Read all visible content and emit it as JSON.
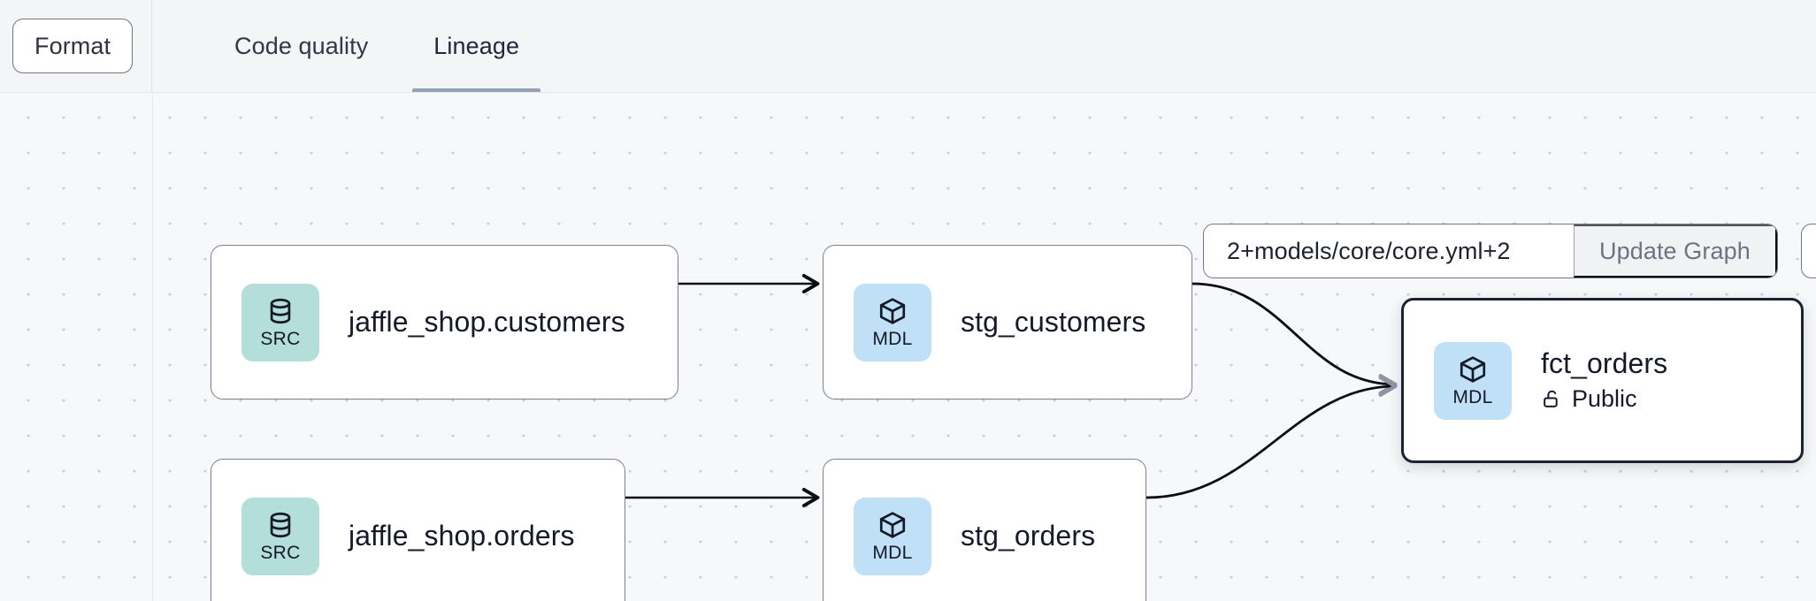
{
  "toolbar": {
    "format_label": "Format",
    "tabs": [
      {
        "label": "Code quality",
        "active": false
      },
      {
        "label": "Lineage",
        "active": true
      }
    ]
  },
  "graph_controls": {
    "selector_value": "2+models/core/core.yml+2",
    "selector_placeholder": "2+models/core/core.yml+2",
    "update_button_label": "Update Graph"
  },
  "lineage": {
    "nodes": [
      {
        "id": "jaffle_shop_customers",
        "title": "jaffle_shop.customers",
        "badge_label": "SRC",
        "badge_icon": "database-icon",
        "badge_type": "src",
        "selected": false,
        "subtitle": null,
        "sub_icon": null
      },
      {
        "id": "stg_customers",
        "title": "stg_customers",
        "badge_label": "MDL",
        "badge_icon": "cube-icon",
        "badge_type": "mdl",
        "selected": false,
        "subtitle": null,
        "sub_icon": null
      },
      {
        "id": "jaffle_shop_orders",
        "title": "jaffle_shop.orders",
        "badge_label": "SRC",
        "badge_icon": "database-icon",
        "badge_type": "src",
        "selected": false,
        "subtitle": null,
        "sub_icon": null
      },
      {
        "id": "stg_orders",
        "title": "stg_orders",
        "badge_label": "MDL",
        "badge_icon": "cube-icon",
        "badge_type": "mdl",
        "selected": false,
        "subtitle": null,
        "sub_icon": null
      },
      {
        "id": "fct_orders",
        "title": "fct_orders",
        "badge_label": "MDL",
        "badge_icon": "cube-icon",
        "badge_type": "mdl",
        "selected": true,
        "subtitle": "Public",
        "sub_icon": "unlock-icon"
      }
    ],
    "edges": [
      {
        "from": "jaffle_shop_customers",
        "to": "stg_customers"
      },
      {
        "from": "jaffle_shop_orders",
        "to": "stg_orders"
      },
      {
        "from": "stg_customers",
        "to": "fct_orders"
      },
      {
        "from": "stg_orders",
        "to": "fct_orders"
      }
    ]
  },
  "colors": {
    "canvas_background": "#f7f8fa",
    "toolbar_background": "#f4f5f7",
    "src_badge": "#b3ded9",
    "mdl_badge": "#bfe0f7",
    "node_border": "#7c8293",
    "node_border_selected": "#1c2233",
    "edge_stroke": "#0b0d12",
    "tab_underline": "#94a0b4",
    "text_primary": "#141a27"
  }
}
